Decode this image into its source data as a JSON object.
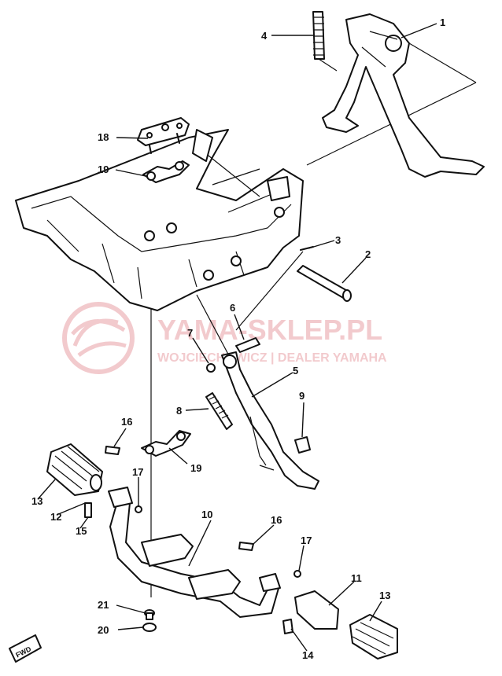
{
  "watermark": {
    "title": "YAMA-SKLEP.PL",
    "subtitle": "WOJCIECHOWICZ | DEALER YAMAHA",
    "color": "#e8a0a6"
  },
  "fwd_badge": "FWD",
  "callouts": [
    {
      "id": "c1",
      "label": "1"
    },
    {
      "id": "c2",
      "label": "2"
    },
    {
      "id": "c3",
      "label": "3"
    },
    {
      "id": "c4",
      "label": "4"
    },
    {
      "id": "c5",
      "label": "5"
    },
    {
      "id": "c6",
      "label": "6"
    },
    {
      "id": "c7",
      "label": "7"
    },
    {
      "id": "c8",
      "label": "8"
    },
    {
      "id": "c9",
      "label": "9"
    },
    {
      "id": "c10",
      "label": "10"
    },
    {
      "id": "c11",
      "label": "11"
    },
    {
      "id": "c12",
      "label": "12"
    },
    {
      "id": "c13a",
      "label": "13"
    },
    {
      "id": "c13b",
      "label": "13"
    },
    {
      "id": "c14",
      "label": "14"
    },
    {
      "id": "c15",
      "label": "15"
    },
    {
      "id": "c16a",
      "label": "16"
    },
    {
      "id": "c16b",
      "label": "16"
    },
    {
      "id": "c17a",
      "label": "17"
    },
    {
      "id": "c17b",
      "label": "17"
    },
    {
      "id": "c18",
      "label": "18"
    },
    {
      "id": "c19a",
      "label": "19"
    },
    {
      "id": "c19b",
      "label": "19"
    },
    {
      "id": "c20",
      "label": "20"
    },
    {
      "id": "c21",
      "label": "21"
    }
  ]
}
